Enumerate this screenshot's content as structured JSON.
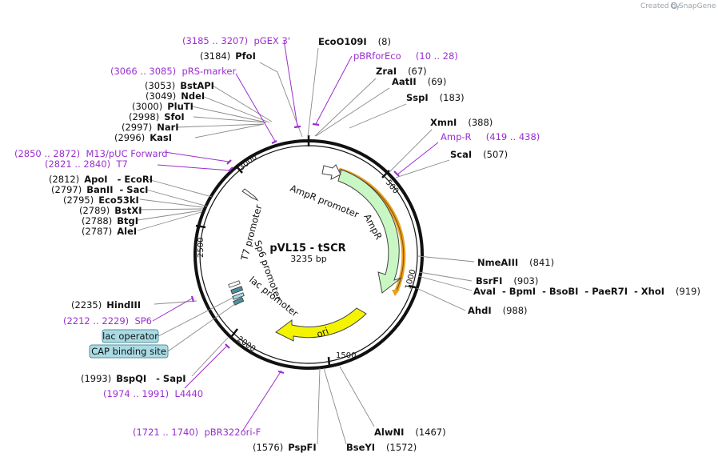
{
  "brand": {
    "created_by": "Created by",
    "name": "SnapGene"
  },
  "plasmid": {
    "name": "pVL15 - tSCR",
    "size": "3235 bp"
  },
  "ticks": [
    "500",
    "1000",
    "1500",
    "2000",
    "2500",
    "3000"
  ],
  "features": {
    "ampr_promoter": "AmpR promoter",
    "ampr": "AmpR",
    "ori": "ori",
    "t7_promoter": "T7 promoter",
    "sp6_promoter": "Sp6 promoter",
    "lac_promoter": "lac promoter",
    "lac_operator": "lac operator",
    "cap_site": "CAP binding site"
  },
  "sites": [
    {
      "pos": "(3184)",
      "name": "PfoI"
    },
    {
      "name": "EcoO109I",
      "pos": "(8)"
    },
    {
      "name": "ZraI",
      "pos": "(67)"
    },
    {
      "name": "AatII",
      "pos": "(69)"
    },
    {
      "name": "SspI",
      "pos": "(183)"
    },
    {
      "name": "XmnI",
      "pos": "(388)"
    },
    {
      "name": "ScaI",
      "pos": "(507)"
    },
    {
      "name": "NmeAIII",
      "pos": "(841)"
    },
    {
      "name": "BsrFI",
      "pos": "(903)"
    },
    {
      "names": "AvaI  - BpmI  - BsoBI  - PaeR7I  - XhoI",
      "pos": "(919)"
    },
    {
      "name": "AhdI",
      "pos": "(988)"
    },
    {
      "name": "AlwNI",
      "pos": "(1467)"
    },
    {
      "name": "BseYI",
      "pos": "(1572)"
    },
    {
      "pos": "(1576)",
      "name": "PspFI"
    },
    {
      "pos": "(1993)",
      "names": "BspQI   - SapI"
    },
    {
      "pos": "(2235)",
      "name": "HindIII"
    },
    {
      "pos": "(2787)",
      "name": "AleI"
    },
    {
      "pos": "(2788)",
      "name": "BtgI"
    },
    {
      "pos": "(2789)",
      "name": "BstXI"
    },
    {
      "pos": "(2795)",
      "name": "Eco53kI"
    },
    {
      "pos": "(2797)",
      "names": "BanII  - SacI"
    },
    {
      "pos": "(2812)",
      "names": "ApoI   - EcoRI"
    },
    {
      "pos": "(2996)",
      "name": "KasI"
    },
    {
      "pos": "(2997)",
      "name": "NarI"
    },
    {
      "pos": "(2998)",
      "name": "SfoI"
    },
    {
      "pos": "(3000)",
      "name": "PluTI"
    },
    {
      "pos": "(3049)",
      "name": "NdeI"
    },
    {
      "pos": "(3053)",
      "name": "BstAPI"
    }
  ],
  "primers": [
    {
      "text": "(3185 .. 3207)  pGEX 3'"
    },
    {
      "text": "pBRforEco     (10 .. 28)"
    },
    {
      "text": "(3066 .. 3085)  pRS-marker"
    },
    {
      "text": "Amp-R     (419 .. 438)"
    },
    {
      "text": "(2850 .. 2872)  M13/pUC Forward"
    },
    {
      "text": "(2821 .. 2840)  T7"
    },
    {
      "text": "(2212 .. 2229)  SP6"
    },
    {
      "text": "(1974 .. 1991)  L4440"
    },
    {
      "text": "(1721 .. 1740)  pBR322ori-F"
    }
  ],
  "colors": {
    "primer": "#9a2fd0",
    "ampr": "#c9f7c4",
    "ori": "#f4f400",
    "orange": "#e8a020",
    "box": "#a9dbe5"
  }
}
